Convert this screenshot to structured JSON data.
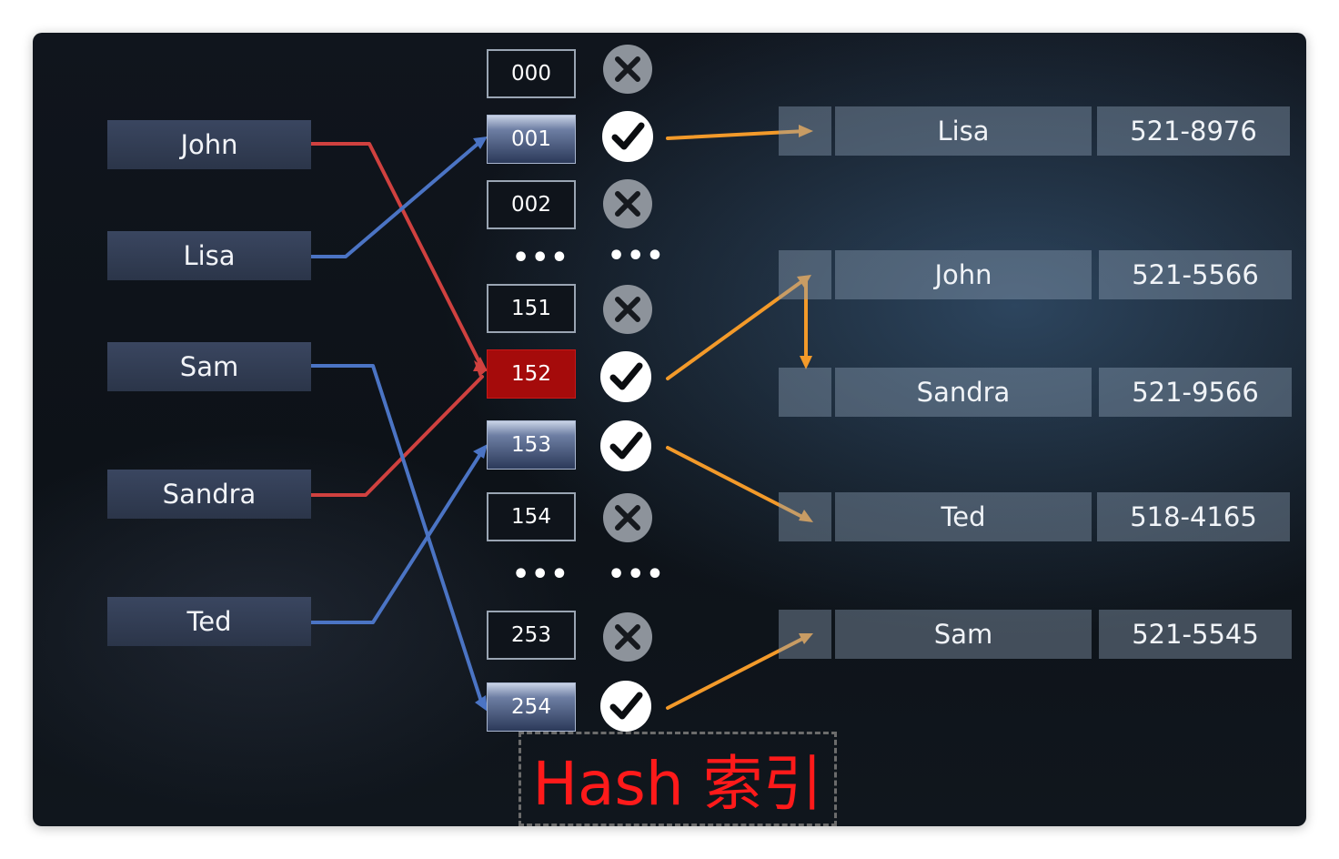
{
  "keys": [
    {
      "label": "John",
      "target": "152"
    },
    {
      "label": "Lisa",
      "target": "001"
    },
    {
      "label": "Sam",
      "target": "254"
    },
    {
      "label": "Sandra",
      "target": "152"
    },
    {
      "label": "Ted",
      "target": "153"
    }
  ],
  "buckets": [
    {
      "label": "000",
      "state": "empty"
    },
    {
      "label": "001",
      "state": "used"
    },
    {
      "label": "002",
      "state": "empty"
    },
    {
      "label": "151",
      "state": "empty"
    },
    {
      "label": "152",
      "state": "collision"
    },
    {
      "label": "153",
      "state": "used"
    },
    {
      "label": "154",
      "state": "empty"
    },
    {
      "label": "253",
      "state": "empty"
    },
    {
      "label": "254",
      "state": "used"
    }
  ],
  "ellipsis": "•••",
  "records": [
    {
      "name": "Lisa",
      "phone": "521-8976"
    },
    {
      "name": "John",
      "phone": "521-5566"
    },
    {
      "name": "Sandra",
      "phone": "521-9566"
    },
    {
      "name": "Ted",
      "phone": "518-4165"
    },
    {
      "name": "Sam",
      "phone": "521-5545"
    }
  ],
  "caption": "Hash 索引",
  "colors": {
    "collision_line": "#d0413f",
    "key_line": "#4b74c4",
    "pointer_line": "#f39a2a",
    "caption_text": "#ff1a1a"
  }
}
